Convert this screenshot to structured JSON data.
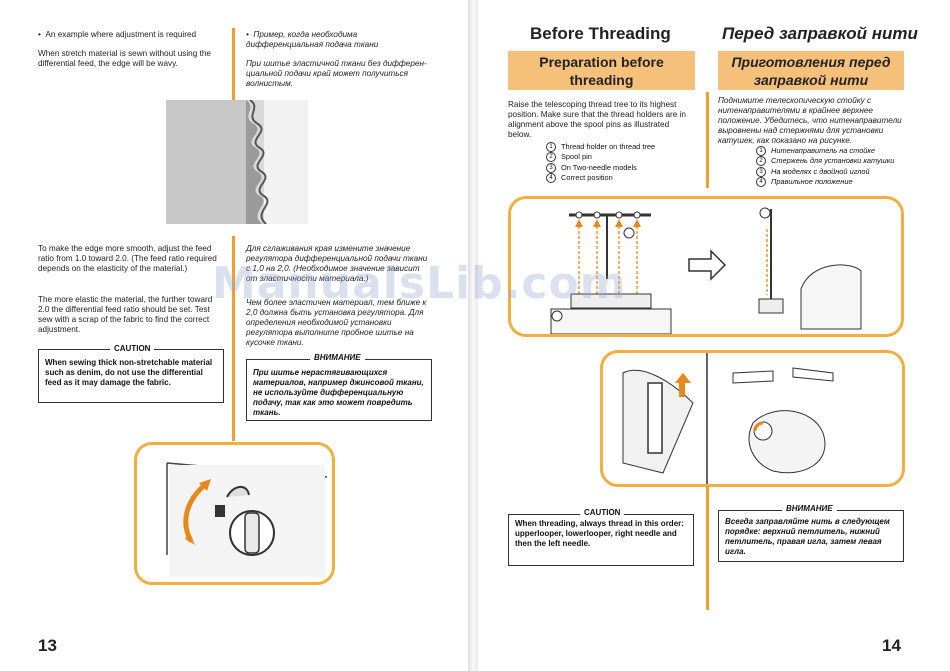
{
  "left": {
    "bullet_en": "An example where adjustment is required",
    "bullet_ru": "Пример, когда необходима дифференциальная подача ткани",
    "para1_en": "When stretch material is sewn without using the differential feed, the edge will be wavy.",
    "para1_ru": "При шитье эластичной ткани без дифферен-циальной подачи край может получиться волнистым.",
    "para2_en": "To make the edge more smooth, adjust the feed ratio from 1.0 toward 2.0. (The feed ratio required depends on the elasticity of the material.)",
    "para2_ru": "Для сглаживания края измените значение регулятора дифференциальной подачи ткани с 1,0 на 2,0. (Необходимое значение зависит от эластичности материала.)",
    "para3_en": "The more elastic the material, the further toward 2.0 the differential feed ratio should be set. Test sew with a scrap of the fabric to find the correct adjustment.",
    "para3_ru": "Чем более эластичен материал, тем ближе к 2,0 должна быть установка регулятора. Для определения необходимой установки регулятора выполните пробное шитье на кусочке ткани.",
    "caution_title_en": "CAUTION",
    "caution_text_en": "When sewing thick non-stretchable material such as denim, do not use the differential feed as it may damage the fabric.",
    "caution_title_ru": "ВНИМАНИЕ",
    "caution_text_ru": "При шитье нерастягивающихся материалов, например джинсовой ткани, не используйте дифференциальную подачу, так как это может повредить ткань.",
    "dial_marks": "",
    "page_number": "13"
  },
  "right": {
    "heading_en": "Before Threading",
    "heading_ru": "Перед заправкой нити",
    "subheading_en": "Preparation before threading",
    "subheading_ru": "Приготовления перед заправкой нити",
    "intro_en": "Raise the telescoping thread tree to its highest position. Make sure that the thread holders are in alignment above the spool pins as illustrated below.",
    "intro_ru": "Поднимите телескопическую стойку с нитенаправителями в крайнее верхнее положение. Убедитесь, что нитенаправители выровнены над стержнями для установки катушек, как показано на рисунке.",
    "items_en": [
      "Thread holder on thread tree",
      "Spool pin",
      "On Two-needle models",
      "Correct position"
    ],
    "items_ru": [
      "Нитенаправитель на стойке",
      "Стержень для установки катушки",
      "На моделях с двойной иглой",
      "Правильное положение"
    ],
    "markers": [
      "1",
      "2",
      "3",
      "4"
    ],
    "caution_title_en": "CAUTION",
    "caution_text_en": "When threading, always thread in this order: upperlooper, lowerlooper, right needle and then the left needle.",
    "caution_title_ru": "ВНИМАНИЕ",
    "caution_text_ru": "Всегда заправляйте нить в следующем порядке: верхний петлитель, нижний петлитель, правая игла, затем левая игла.",
    "page_number": "14"
  },
  "watermark": "ManualsLib.com",
  "colors": {
    "accent": "#f3ae40",
    "panel": "#f5c17a"
  }
}
